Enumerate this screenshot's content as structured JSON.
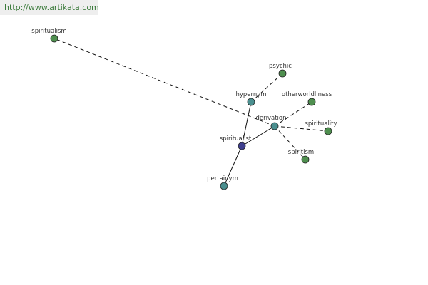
{
  "source_url": "http://www.artikata.com",
  "colors": {
    "center": "#3f3f8f",
    "relation": "#4a8f8f",
    "leaf": "#4f8f4f",
    "edge": "#111111"
  },
  "nodes": [
    {
      "id": "spiritualist",
      "label": "spiritualist",
      "kind": "center"
    },
    {
      "id": "hypernym",
      "label": "hypernym",
      "kind": "relation"
    },
    {
      "id": "derivation",
      "label": "derivation",
      "kind": "relation"
    },
    {
      "id": "pertainym",
      "label": "pertainym",
      "kind": "relation"
    },
    {
      "id": "spiritualism",
      "label": "spiritualism",
      "kind": "leaf"
    },
    {
      "id": "psychic",
      "label": "psychic",
      "kind": "leaf"
    },
    {
      "id": "otherworldliness",
      "label": "otherworldliness",
      "kind": "leaf"
    },
    {
      "id": "spirituality",
      "label": "spirituality",
      "kind": "leaf"
    },
    {
      "id": "spiritism",
      "label": "spiritism",
      "kind": "leaf"
    }
  ],
  "edges": [
    {
      "from": "spiritualist",
      "to": "hypernym",
      "style": "solid"
    },
    {
      "from": "spiritualist",
      "to": "derivation",
      "style": "solid"
    },
    {
      "from": "spiritualist",
      "to": "pertainym",
      "style": "solid"
    },
    {
      "from": "hypernym",
      "to": "psychic",
      "style": "dashed"
    },
    {
      "from": "derivation",
      "to": "spiritualism",
      "style": "dashed"
    },
    {
      "from": "derivation",
      "to": "otherworldliness",
      "style": "dashed"
    },
    {
      "from": "derivation",
      "to": "spirituality",
      "style": "dashed"
    },
    {
      "from": "derivation",
      "to": "spiritism",
      "style": "dashed"
    }
  ]
}
